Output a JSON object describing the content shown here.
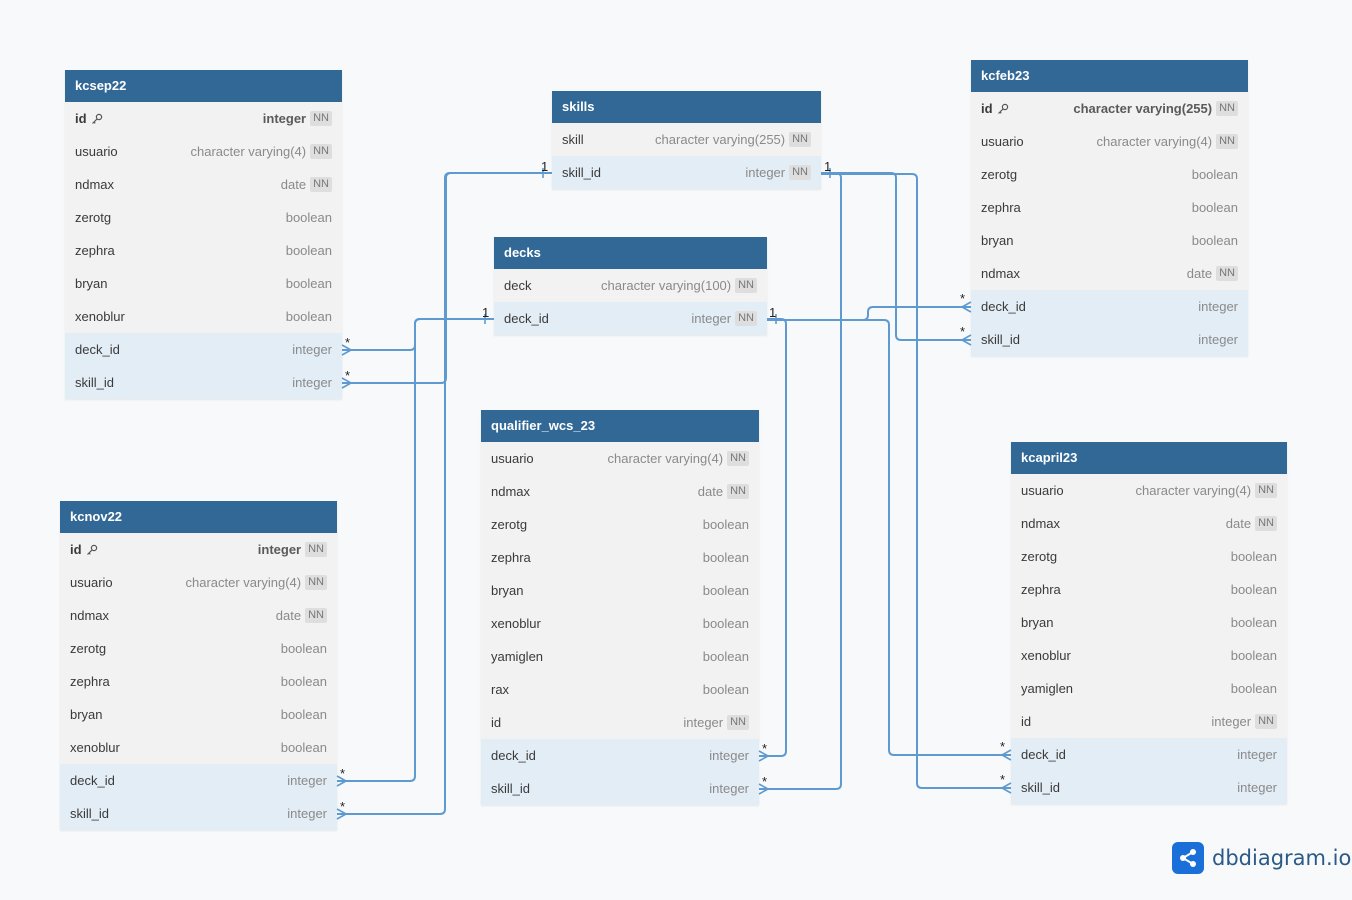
{
  "tables": {
    "kcsep22": {
      "name": "kcsep22",
      "columns": [
        {
          "name": "id",
          "type": "integer",
          "nn": "NN",
          "pk": true
        },
        {
          "name": "usuario",
          "type": "character varying(4)",
          "nn": "NN"
        },
        {
          "name": "ndmax",
          "type": "date",
          "nn": "NN"
        },
        {
          "name": "zerotg",
          "type": "boolean"
        },
        {
          "name": "zephra",
          "type": "boolean"
        },
        {
          "name": "bryan",
          "type": "boolean"
        },
        {
          "name": "xenoblur",
          "type": "boolean"
        },
        {
          "name": "deck_id",
          "type": "integer",
          "fk": true
        },
        {
          "name": "skill_id",
          "type": "integer",
          "fk": true
        }
      ]
    },
    "kcnov22": {
      "name": "kcnov22",
      "columns": [
        {
          "name": "id",
          "type": "integer",
          "nn": "NN",
          "pk": true
        },
        {
          "name": "usuario",
          "type": "character varying(4)",
          "nn": "NN"
        },
        {
          "name": "ndmax",
          "type": "date",
          "nn": "NN"
        },
        {
          "name": "zerotg",
          "type": "boolean"
        },
        {
          "name": "zephra",
          "type": "boolean"
        },
        {
          "name": "bryan",
          "type": "boolean"
        },
        {
          "name": "xenoblur",
          "type": "boolean"
        },
        {
          "name": "deck_id",
          "type": "integer",
          "fk": true
        },
        {
          "name": "skill_id",
          "type": "integer",
          "fk": true
        }
      ]
    },
    "skills": {
      "name": "skills",
      "columns": [
        {
          "name": "skill",
          "type": "character varying(255)",
          "nn": "NN"
        },
        {
          "name": "skill_id",
          "type": "integer",
          "nn": "NN",
          "fk": true
        }
      ]
    },
    "decks": {
      "name": "decks",
      "columns": [
        {
          "name": "deck",
          "type": "character varying(100)",
          "nn": "NN"
        },
        {
          "name": "deck_id",
          "type": "integer",
          "nn": "NN",
          "fk": true
        }
      ]
    },
    "qualifier_wcs_23": {
      "name": "qualifier_wcs_23",
      "columns": [
        {
          "name": "usuario",
          "type": "character varying(4)",
          "nn": "NN"
        },
        {
          "name": "ndmax",
          "type": "date",
          "nn": "NN"
        },
        {
          "name": "zerotg",
          "type": "boolean"
        },
        {
          "name": "zephra",
          "type": "boolean"
        },
        {
          "name": "bryan",
          "type": "boolean"
        },
        {
          "name": "xenoblur",
          "type": "boolean"
        },
        {
          "name": "yamiglen",
          "type": "boolean"
        },
        {
          "name": "rax",
          "type": "boolean"
        },
        {
          "name": "id",
          "type": "integer",
          "nn": "NN"
        },
        {
          "name": "deck_id",
          "type": "integer",
          "fk": true
        },
        {
          "name": "skill_id",
          "type": "integer",
          "fk": true
        }
      ]
    },
    "kcfeb23": {
      "name": "kcfeb23",
      "columns": [
        {
          "name": "id",
          "type": "character varying(255)",
          "nn": "NN",
          "pk": true
        },
        {
          "name": "usuario",
          "type": "character varying(4)",
          "nn": "NN"
        },
        {
          "name": "zerotg",
          "type": "boolean"
        },
        {
          "name": "zephra",
          "type": "boolean"
        },
        {
          "name": "bryan",
          "type": "boolean"
        },
        {
          "name": "ndmax",
          "type": "date",
          "nn": "NN"
        },
        {
          "name": "deck_id",
          "type": "integer",
          "fk": true
        },
        {
          "name": "skill_id",
          "type": "integer",
          "fk": true
        }
      ]
    },
    "kcapril23": {
      "name": "kcapril23",
      "columns": [
        {
          "name": "usuario",
          "type": "character varying(4)",
          "nn": "NN"
        },
        {
          "name": "ndmax",
          "type": "date",
          "nn": "NN"
        },
        {
          "name": "zerotg",
          "type": "boolean"
        },
        {
          "name": "zephra",
          "type": "boolean"
        },
        {
          "name": "bryan",
          "type": "boolean"
        },
        {
          "name": "xenoblur",
          "type": "boolean"
        },
        {
          "name": "yamiglen",
          "type": "boolean"
        },
        {
          "name": "id",
          "type": "integer",
          "nn": "NN"
        },
        {
          "name": "deck_id",
          "type": "integer",
          "fk": true
        },
        {
          "name": "skill_id",
          "type": "integer",
          "fk": true
        }
      ]
    }
  },
  "relationships": [
    {
      "from": "kcsep22.deck_id",
      "to": "decks.deck_id",
      "from_card": "*",
      "to_card": "1"
    },
    {
      "from": "kcsep22.skill_id",
      "to": "skills.skill_id",
      "from_card": "*",
      "to_card": "1"
    },
    {
      "from": "kcnov22.deck_id",
      "to": "decks.deck_id",
      "from_card": "*",
      "to_card": "1"
    },
    {
      "from": "kcnov22.skill_id",
      "to": "skills.skill_id",
      "from_card": "*",
      "to_card": "1"
    },
    {
      "from": "qualifier_wcs_23.deck_id",
      "to": "decks.deck_id",
      "from_card": "*",
      "to_card": "1"
    },
    {
      "from": "qualifier_wcs_23.skill_id",
      "to": "skills.skill_id",
      "from_card": "*",
      "to_card": "1"
    },
    {
      "from": "kcfeb23.deck_id",
      "to": "decks.deck_id",
      "from_card": "*",
      "to_card": "1"
    },
    {
      "from": "kcfeb23.skill_id",
      "to": "skills.skill_id",
      "from_card": "*",
      "to_card": "1"
    },
    {
      "from": "kcapril23.deck_id",
      "to": "decks.deck_id",
      "from_card": "*",
      "to_card": "1"
    },
    {
      "from": "kcapril23.skill_id",
      "to": "skills.skill_id",
      "from_card": "*",
      "to_card": "1"
    }
  ],
  "colors": {
    "header": "#316896",
    "line": "#5e9ad0",
    "fk_row": "#e3edf5"
  },
  "brand": {
    "text": "dbdiagram.io",
    "icon": "share-icon"
  }
}
